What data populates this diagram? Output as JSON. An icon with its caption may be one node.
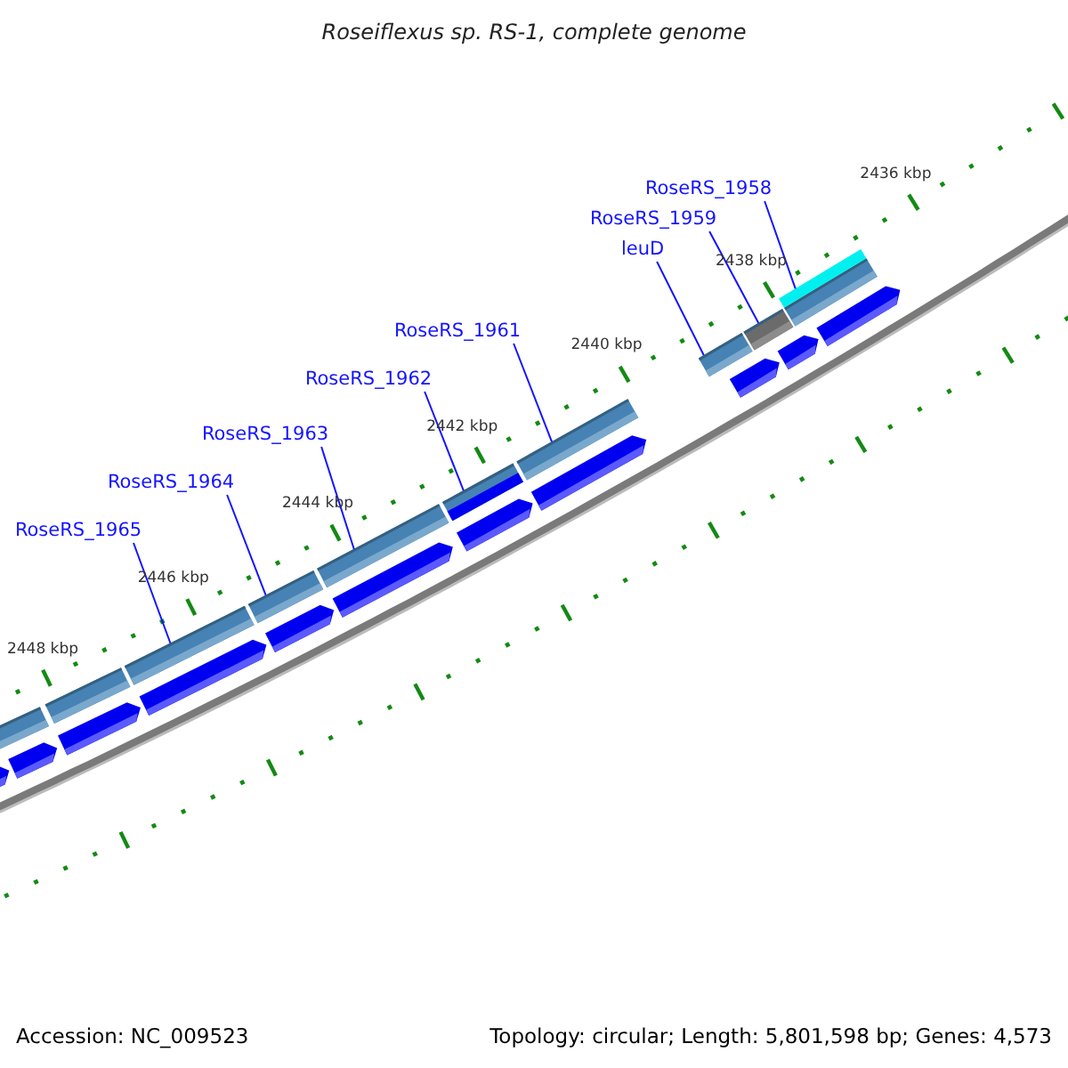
{
  "diagram": {
    "title": "Roseiflexus sp. RS-1, complete genome",
    "nodes": [
      {
        "text": [
          "RoseRS_1958"
        ]
      },
      {
        "text": [
          "RoseRS_1959"
        ]
      },
      {
        "text": [
          "leuD"
        ]
      },
      {
        "text": [
          "RoseRS_1961"
        ]
      },
      {
        "text": [
          "RoseRS_1962"
        ]
      },
      {
        "text": [
          "RoseRS_1963"
        ]
      },
      {
        "text": [
          "RoseRS_1964"
        ]
      },
      {
        "text": [
          "RoseRS_1965"
        ]
      },
      {
        "text": [],
        "shape": "bar"
      },
      {
        "text": [],
        "shape": "bar"
      },
      {
        "text": [],
        "shape": "bar"
      },
      {
        "text": [],
        "shape": "bar"
      },
      {
        "text": [],
        "shape": "bar"
      },
      {
        "text": [],
        "shape": "bar"
      },
      {
        "text": [],
        "shape": "bar"
      },
      {
        "text": [],
        "shape": "bar"
      },
      {
        "text": [],
        "shape": "bar"
      },
      {
        "text": [],
        "shape": "bar"
      }
    ],
    "edges": [
      {
        "from": 0,
        "to": 17,
        "arrow": "none"
      },
      {
        "from": 1,
        "to": 16,
        "arrow": "none"
      },
      {
        "from": 2,
        "to": 15,
        "arrow": "none"
      },
      {
        "from": 3,
        "to": 14,
        "arrow": "none"
      },
      {
        "from": 4,
        "to": 13,
        "arrow": "none"
      },
      {
        "from": 5,
        "to": 12,
        "arrow": "none"
      },
      {
        "from": 6,
        "to": 11,
        "arrow": "none"
      },
      {
        "from": 7,
        "to": 10,
        "arrow": "none"
      }
    ],
    "labels": [
      "2436 kbp",
      "2438 kbp",
      "2440 kbp",
      "2442 kbp",
      "2444 kbp",
      "2446 kbp",
      "2448 kbp",
      "Accession: NC_009523",
      "Topology: circular; Length: 5,801,598 bp; Genes: 4,573"
    ]
  }
}
